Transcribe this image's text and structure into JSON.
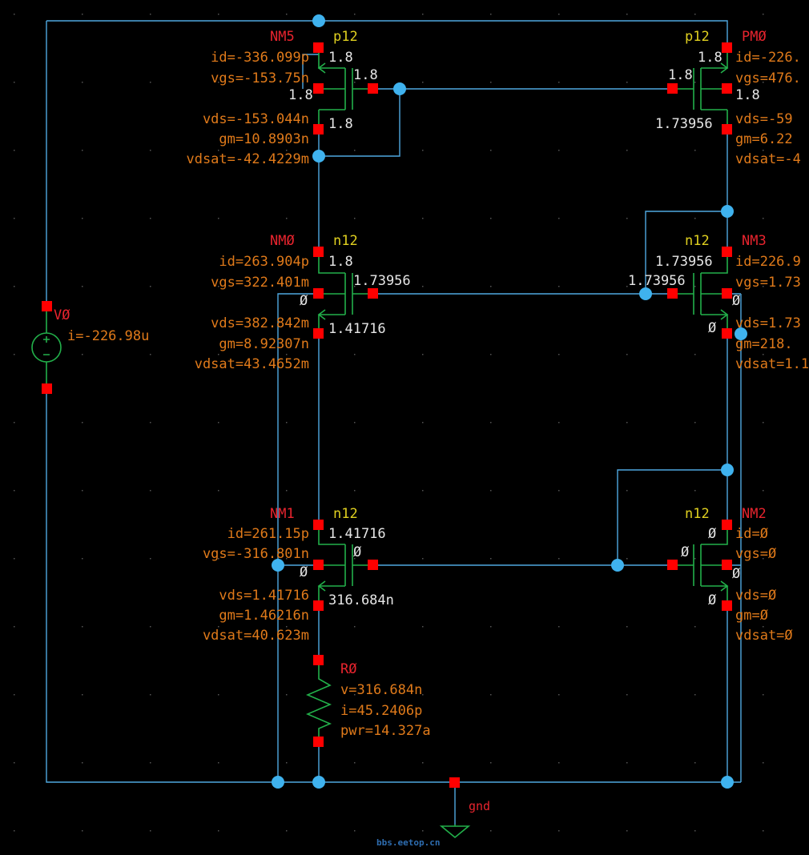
{
  "colors": {
    "background": "#000000",
    "wire": "#4fa8e0",
    "device": "#22b04a",
    "pin": "#ff0000",
    "junction": "#3fb2ee",
    "annotation": "#e07a1a",
    "node_value": "#e6e6e6",
    "instance_name": "#e8242e",
    "model_name": "#e0d020"
  },
  "devices": {
    "NM5": {
      "name": "NM5",
      "model": "p12",
      "params": [
        "id=-336.099p",
        "vgs=-153.75n",
        "vds=-153.044n",
        "gm=10.8903n",
        "vdsat=-42.4229m"
      ],
      "nodes": {
        "s": "1.8",
        "g": "1.8",
        "bulk": "1.8",
        "d": "1.8",
        "b_left": "1.8"
      }
    },
    "PM0": {
      "name": "PMØ",
      "model": "p12",
      "params": [
        "id=-226.",
        "vgs=476.",
        "vds=-59",
        "gm=6.22",
        "vdsat=-4"
      ],
      "nodes": {
        "s": "1.8",
        "g": "1.8",
        "bulk": "1.8",
        "d": "1.73956"
      }
    },
    "NM0": {
      "name": "NMØ",
      "model": "n12",
      "params": [
        "id=263.904p",
        "vgs=322.401m",
        "vds=382.842m",
        "gm=8.92307n",
        "vdsat=43.4652m"
      ],
      "nodes": {
        "d": "1.8",
        "g": "1.73956",
        "bulk": "Ø",
        "s": "1.41716"
      }
    },
    "NM3": {
      "name": "NM3",
      "model": "n12",
      "params": [
        "id=226.9",
        "vgs=1.73",
        "vds=1.73",
        "gm=218.",
        "vdsat=1.1"
      ],
      "nodes": {
        "d": "1.73956",
        "g": "1.73956",
        "bulk": "Ø",
        "s": "Ø"
      }
    },
    "NM1": {
      "name": "NM1",
      "model": "n12",
      "params": [
        "id=261.15p",
        "vgs=-316.801n",
        "vds=1.41716",
        "gm=1.46216n",
        "vdsat=40.623m"
      ],
      "nodes": {
        "d": "1.41716",
        "g": "Ø",
        "bulk": "Ø",
        "s": "316.684n"
      }
    },
    "NM2": {
      "name": "NM2",
      "model": "n12",
      "params": [
        "id=Ø",
        "vgs=Ø",
        "vds=Ø",
        "gm=Ø",
        "vdsat=Ø"
      ],
      "nodes": {
        "d": "Ø",
        "g": "Ø",
        "bulk": "Ø",
        "s": "Ø"
      }
    },
    "V0": {
      "name": "VØ",
      "params": [
        "i=-226.98u"
      ]
    },
    "R0": {
      "name": "RØ",
      "params": [
        "v=316.684n",
        "i=45.2406p",
        "pwr=14.327a"
      ]
    }
  },
  "ground": {
    "label": "gnd"
  },
  "watermark": "bbs.eetop.cn"
}
